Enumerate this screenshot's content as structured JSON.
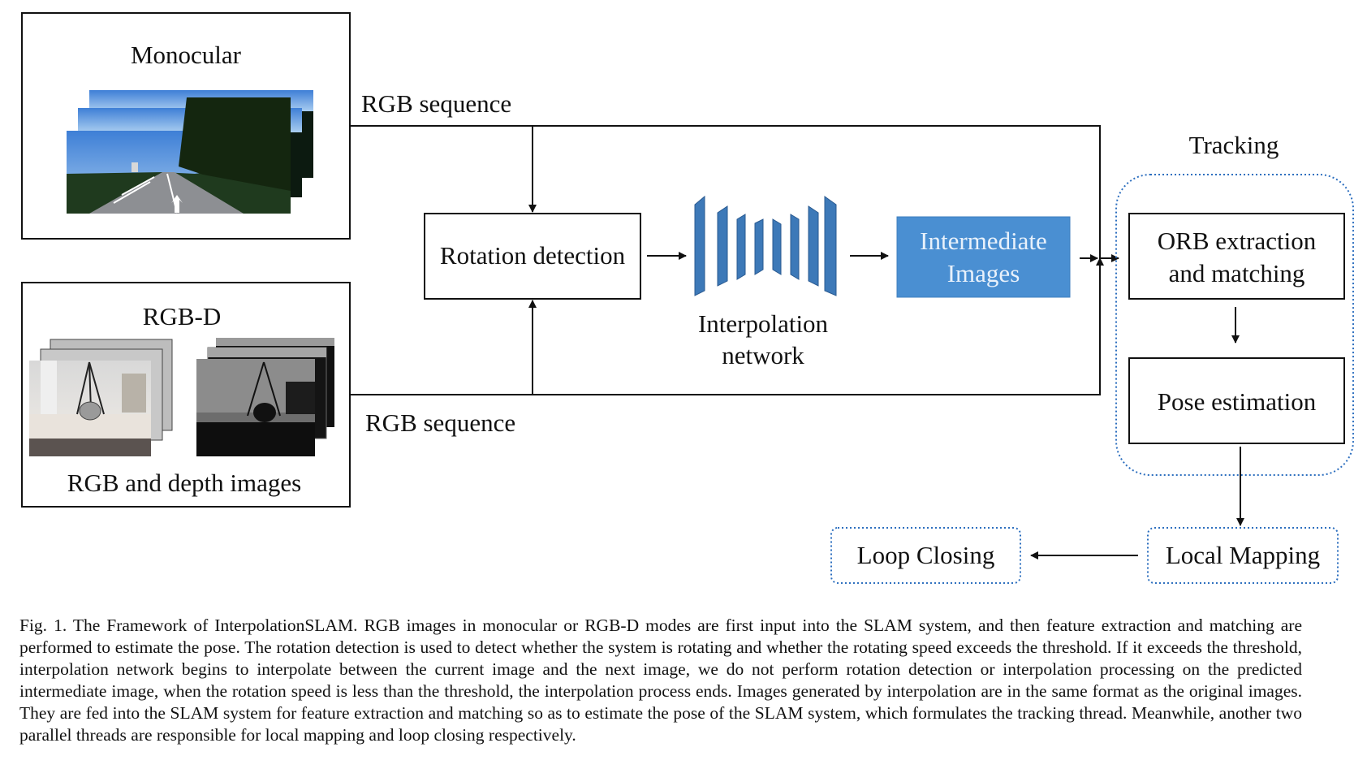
{
  "figure": {
    "monocular": {
      "title": "Monocular"
    },
    "rgbd": {
      "title": "RGB-D",
      "subtitle": "RGB and depth images"
    },
    "top_arrow_label": "RGB sequence",
    "bottom_arrow_label": "RGB sequence",
    "rotation_detection": "Rotation detection",
    "interpolation_network": [
      "Interpolation",
      "network"
    ],
    "intermediate_images": [
      "Intermediate",
      "Images"
    ],
    "tracking": {
      "title": "Tracking",
      "orb": [
        "ORB extraction",
        "and matching"
      ],
      "pose": "Pose estimation"
    },
    "local_mapping": "Local Mapping",
    "loop_closing": "Loop Closing",
    "colors": {
      "accent_box": "#4a8fd2",
      "network_blue": "#3d79b8",
      "dotted_border": "#2d6fbf"
    }
  },
  "caption": "Fig. 1.  The Framework of InterpolationSLAM. RGB images in monocular or RGB-D modes are first input into the SLAM system, and then feature extraction and matching are performed to estimate the pose. The rotation detection is used to detect whether the system is rotating and whether the rotating speed exceeds the threshold. If it exceeds the threshold, interpolation network begins to interpolate between the current image and the next image, we do not perform rotation detection or interpolation processing on the predicted intermediate image, when the rotation speed is less than the threshold, the interpolation process ends. Images generated by interpolation are in the same format as the original images. They are fed into the SLAM system for feature extraction and matching so as to estimate the pose of the SLAM system, which formulates the tracking thread. Meanwhile, another two parallel threads are responsible for local mapping and loop closing respectively."
}
